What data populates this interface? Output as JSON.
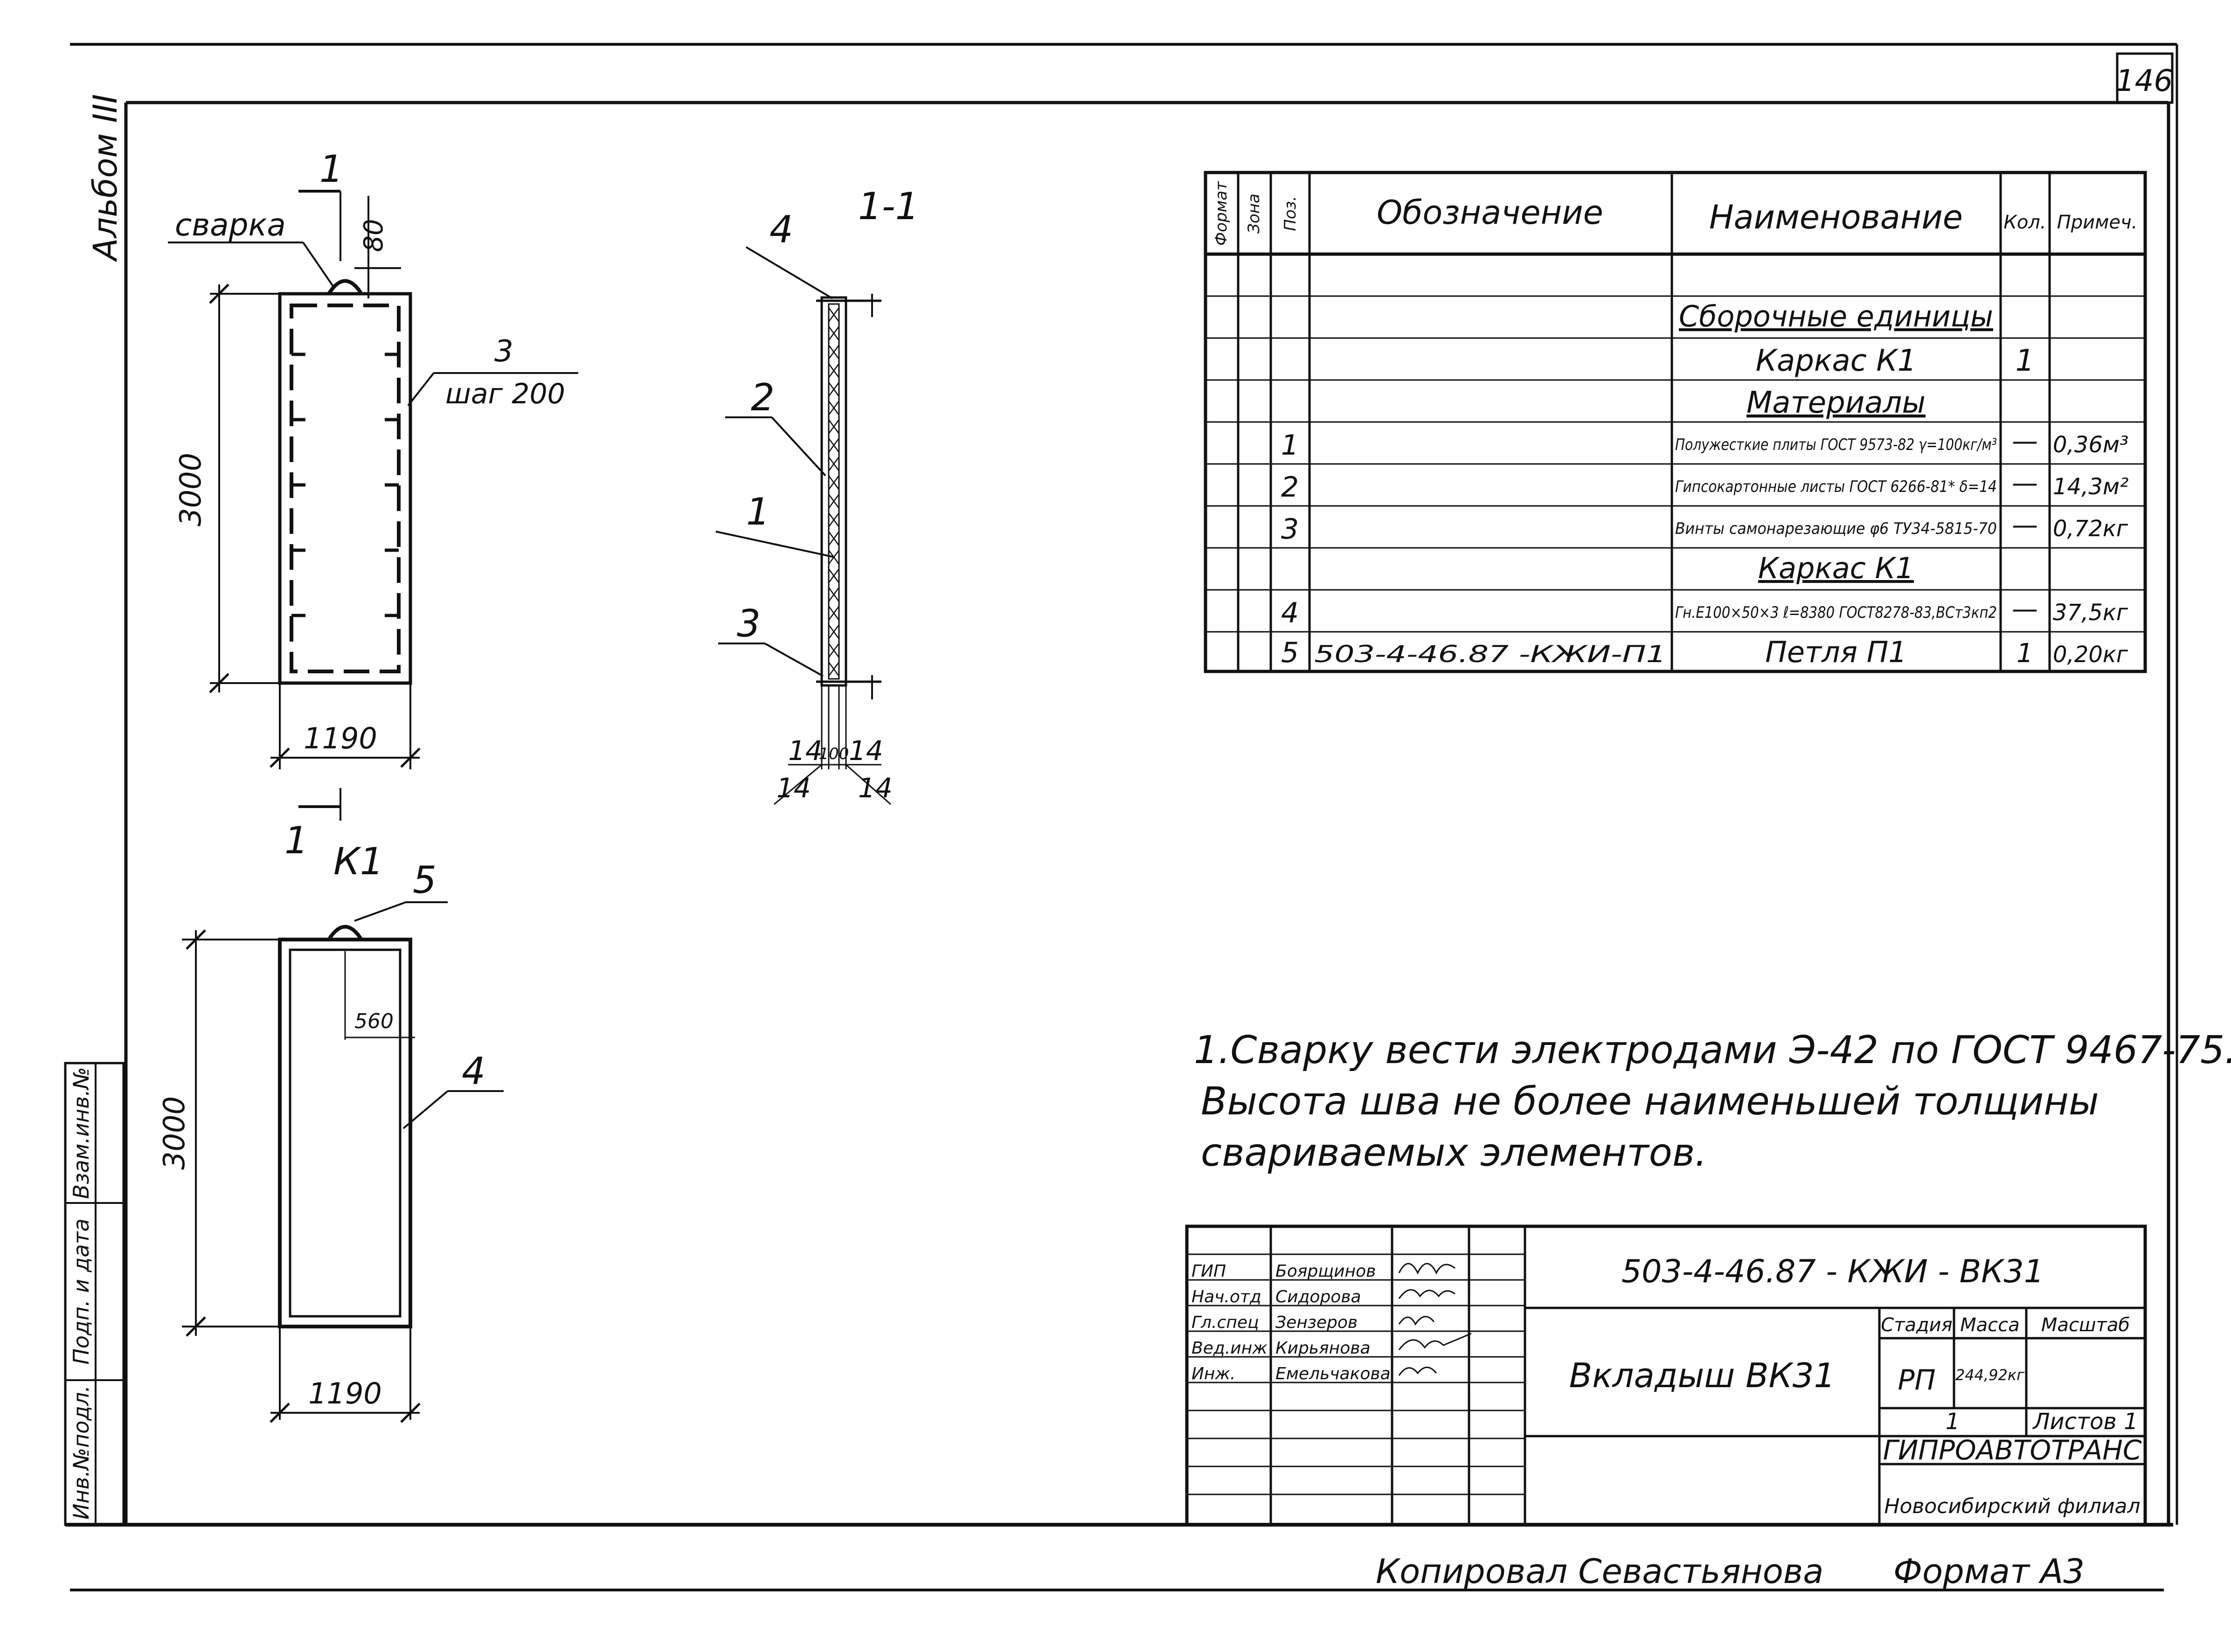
{
  "sheet": {
    "page_number": "146",
    "album_label": "Альбом III",
    "copied_by": "Копировал Севастьянова",
    "format": "Формат А3"
  },
  "side_stamp": {
    "inv_no": "Инв.№подл.",
    "sign_date": "Подп. и дата",
    "replace_inv": "Взам.инв.№"
  },
  "drawing_elevation": {
    "section_mark": "1",
    "weld_label": "сварка",
    "dim_top": "80",
    "callout_3": "3",
    "step_label": "шаг 200",
    "height": "3000",
    "width": "1190",
    "section_mark_bottom": "1"
  },
  "drawing_section": {
    "title": "1-1",
    "callout_4": "4",
    "callout_2": "2",
    "callout_1": "1",
    "callout_3": "3",
    "dims": [
      "14",
      "100",
      "14",
      "14",
      "14"
    ]
  },
  "drawing_frame": {
    "title": "К1",
    "callout_5": "5",
    "dim_inner": "560",
    "callout_4": "4",
    "height": "3000",
    "width": "1190"
  },
  "spec_table": {
    "headers": [
      "Формат",
      "Зона",
      "Поз.",
      "Обозначение",
      "Наименование",
      "Кол.",
      "Примеч."
    ],
    "rows": [
      {
        "pos": "",
        "designation": "",
        "name": "",
        "qty": "",
        "note": ""
      },
      {
        "pos": "",
        "designation": "",
        "name": "Сборочные единицы",
        "qty": "",
        "note": ""
      },
      {
        "pos": "",
        "designation": "",
        "name": "Каркас К1",
        "qty": "1",
        "note": ""
      },
      {
        "pos": "",
        "designation": "",
        "name": "Материалы",
        "qty": "",
        "note": ""
      },
      {
        "pos": "1",
        "designation": "",
        "name": "Полужесткие плиты ГОСТ 9573-82 γ=100кг/м³",
        "qty": "—",
        "note": "0,36м³"
      },
      {
        "pos": "2",
        "designation": "",
        "name": "Гипсокартонные листы ГОСТ 6266-81* δ=14",
        "qty": "—",
        "note": "14,3м²"
      },
      {
        "pos": "3",
        "designation": "",
        "name": "Винты самонарезающие φ6 ТУ34-5815-70",
        "qty": "—",
        "note": "0,72кг"
      },
      {
        "pos": "",
        "designation": "",
        "name": "Каркас К1",
        "qty": "",
        "note": ""
      },
      {
        "pos": "4",
        "designation": "",
        "name": "Гн.Е100×50×3 ℓ=8380 ГОСТ8278-83,ВСт3кп2",
        "qty": "—",
        "note": "37,5кг"
      },
      {
        "pos": "5",
        "designation": "503-4-46.87 -КЖИ-П1",
        "name": "Петля П1",
        "qty": "1",
        "note": "0,20кг"
      }
    ]
  },
  "notes": [
    "1.Сварку вести электродами Э-42 по ГОСТ 9467-75.",
    "Высота шва не более наименьшей толщины",
    "свариваемых элементов."
  ],
  "title_block": {
    "code": "503-4-46.87 - КЖИ - ВК31",
    "title": "Вкладыш ВК31",
    "signers": [
      {
        "role": "ГИП",
        "name": "Боярщинов"
      },
      {
        "role": "Нач.отд",
        "name": "Сидорова"
      },
      {
        "role": "Гл.спец",
        "name": "Зензеров"
      },
      {
        "role": "Вед.инж",
        "name": "Кирьянова"
      },
      {
        "role": "Инж.",
        "name": "Емельчакова"
      }
    ],
    "stage_label": "Стадия",
    "mass_label": "Масса",
    "scale_label": "Масштаб",
    "stage": "РП",
    "mass": "244,92кг",
    "sheet_label": "1",
    "sheets_label": "Листов 1",
    "org": "ГИПРОАВТОТРАНС",
    "branch": "Новосибирский филиал"
  }
}
